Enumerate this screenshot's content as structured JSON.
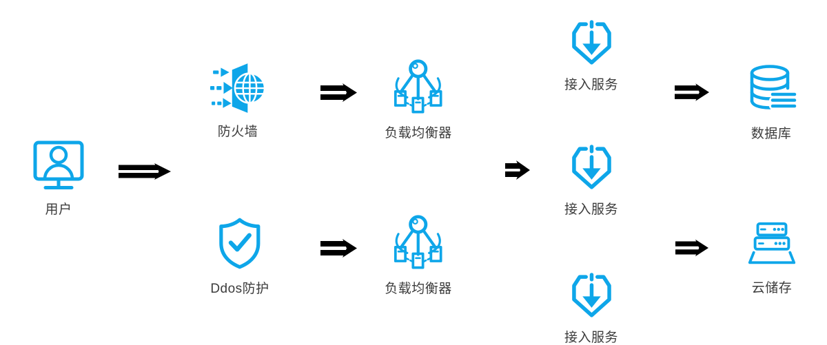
{
  "diagram": {
    "accent_color": "#0ea6e9",
    "arrow_color": "#000000",
    "label_color": "#3c3c3c",
    "background_color": "#ffffff",
    "nodes": {
      "user": {
        "label": "用户",
        "icon": "user-monitor-icon"
      },
      "firewall": {
        "label": "防火墙",
        "icon": "firewall-globe-icon"
      },
      "ddos": {
        "label": "Ddos防护",
        "icon": "shield-check-icon"
      },
      "lb_top": {
        "label": "负载均衡器",
        "icon": "load-balancer-icon"
      },
      "lb_bottom": {
        "label": "负载均衡器",
        "icon": "load-balancer-icon"
      },
      "access_top": {
        "label": "接入服务",
        "icon": "hexagon-download-icon"
      },
      "access_mid": {
        "label": "接入服务",
        "icon": "hexagon-download-icon"
      },
      "access_bottom": {
        "label": "接入服务",
        "icon": "hexagon-download-icon"
      },
      "database": {
        "label": "数据库",
        "icon": "database-cylinder-icon"
      },
      "cloud_storage": {
        "label": "云储存",
        "icon": "server-stack-icon"
      }
    },
    "flows": [
      {
        "from": "用户",
        "to": "防火墙 / Ddos防护"
      },
      {
        "from": "防火墙",
        "to": "负载均衡器"
      },
      {
        "from": "Ddos防护",
        "to": "负载均衡器"
      },
      {
        "from": "负载均衡器",
        "to": "接入服务"
      },
      {
        "from": "接入服务",
        "to": "数据库"
      },
      {
        "from": "接入服务",
        "to": "云储存"
      }
    ]
  }
}
